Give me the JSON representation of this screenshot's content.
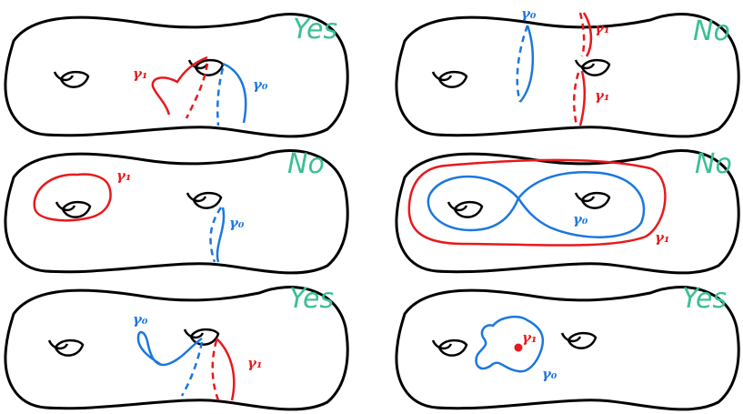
{
  "colors": {
    "ink": "#000000",
    "red_curve": "#e8191c",
    "blue_curve": "#1b77e0",
    "answer_green": "#3bbf94"
  },
  "labels": {
    "gamma0": "γ₀",
    "gamma1": "γ₁"
  },
  "panels": [
    {
      "answer": "Yes"
    },
    {
      "answer": "No"
    },
    {
      "answer": "No"
    },
    {
      "answer": "No"
    },
    {
      "answer": "Yes"
    },
    {
      "answer": "Yes"
    }
  ]
}
